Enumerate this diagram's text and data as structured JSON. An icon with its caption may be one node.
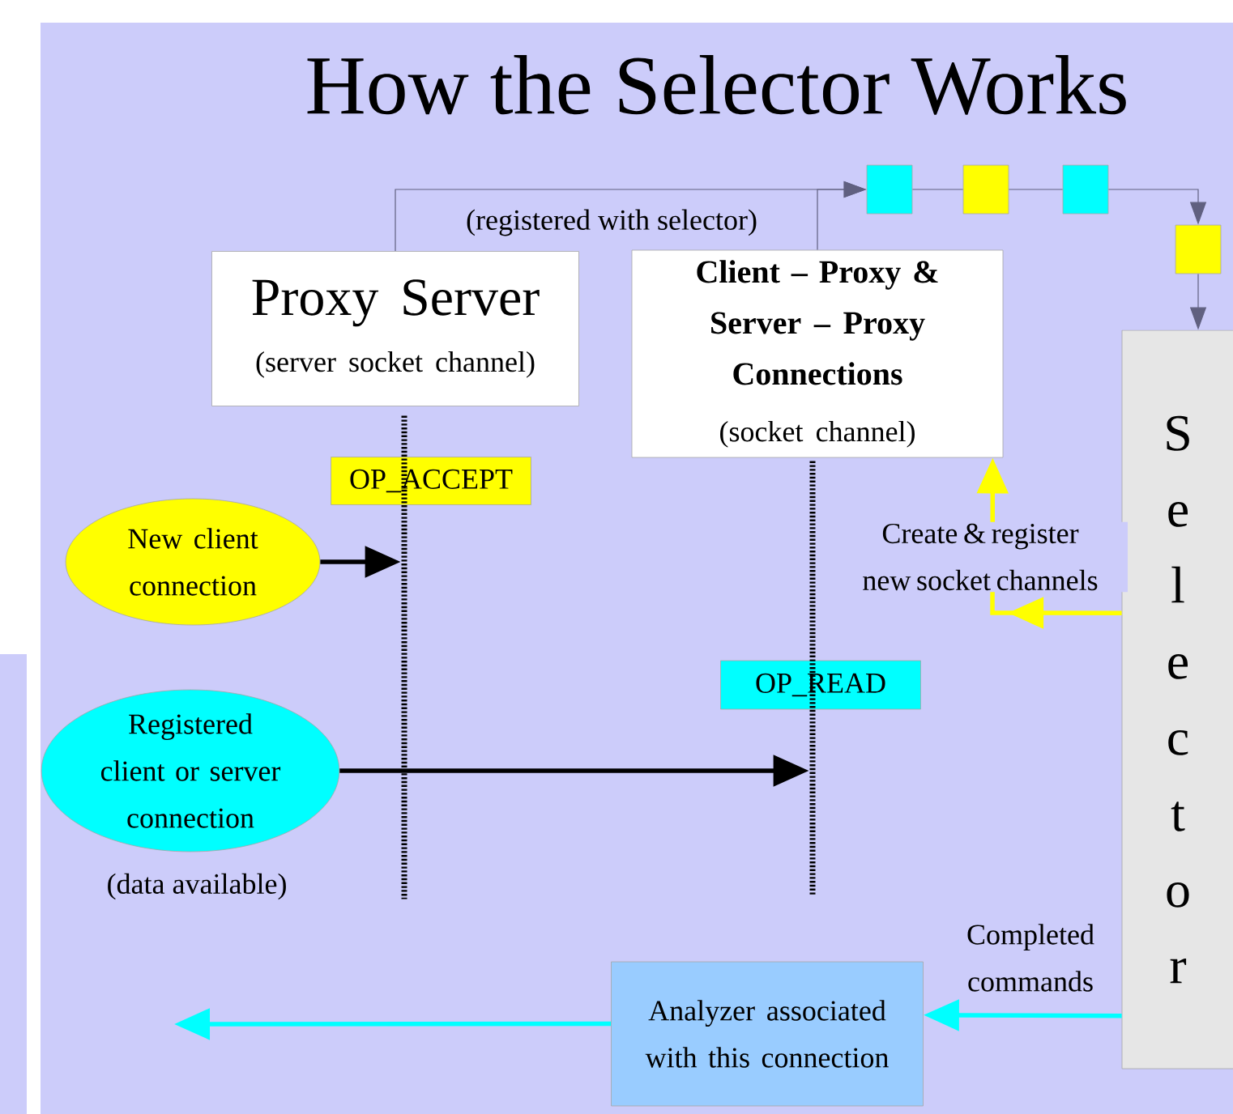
{
  "diagram": {
    "title": "How the Selector Works",
    "nodes": [
      {
        "text": [
          "Proxy Server",
          "(server socket channel)"
        ]
      },
      {
        "text": [
          "Client – Proxy & Server – Proxy Connections",
          "(socket channel)"
        ]
      },
      {
        "text": [
          "S e l e c t o r"
        ]
      },
      {
        "text": [
          "New client connection"
        ]
      },
      {
        "text": [
          "Registered client or server connection"
        ],
        "beside": [
          "(data available)"
        ]
      },
      {
        "text": [
          "OP_ACCEPT"
        ]
      },
      {
        "text": [
          "OP_READ"
        ]
      },
      {
        "text": [
          "Analyzer associated with this connection"
        ]
      },
      {
        "text": [],
        "shape": "box"
      },
      {
        "text": [],
        "shape": "box"
      },
      {
        "text": [],
        "shape": "box"
      },
      {
        "text": [],
        "shape": "box"
      },
      {
        "text": [],
        "shape": "bar"
      },
      {
        "text": [],
        "shape": "bar"
      }
    ],
    "edges": [
      {
        "from": 0,
        "to": 8,
        "arrow": "to"
      },
      {
        "from": 1,
        "to": 8,
        "arrow": "to"
      },
      {
        "from": 8,
        "to": 9,
        "arrow": "none"
      },
      {
        "from": 9,
        "to": 10,
        "arrow": "none"
      },
      {
        "from": 10,
        "to": 11,
        "arrow": "to"
      },
      {
        "from": 11,
        "to": 2,
        "arrow": "to"
      },
      {
        "from": 3,
        "to": 12,
        "arrow": "to",
        "style": "thick",
        "color": "#000000"
      },
      {
        "from": 4,
        "to": 13,
        "arrow": "to",
        "style": "thick",
        "color": "#000000"
      },
      {
        "from": 2,
        "to": 1,
        "arrow": "to",
        "style": "thick",
        "color": "#ffff00",
        "label": "Create & register new socket channels"
      },
      {
        "from": 2,
        "to": 7,
        "arrow": "to",
        "style": "thick",
        "color": "#00ffff",
        "label": "Completed commands"
      },
      {
        "from": 7,
        "to": null,
        "arrow": "to",
        "style": "thick",
        "color": "#00ffff"
      }
    ],
    "labels": [
      "(registered with selector)"
    ]
  }
}
